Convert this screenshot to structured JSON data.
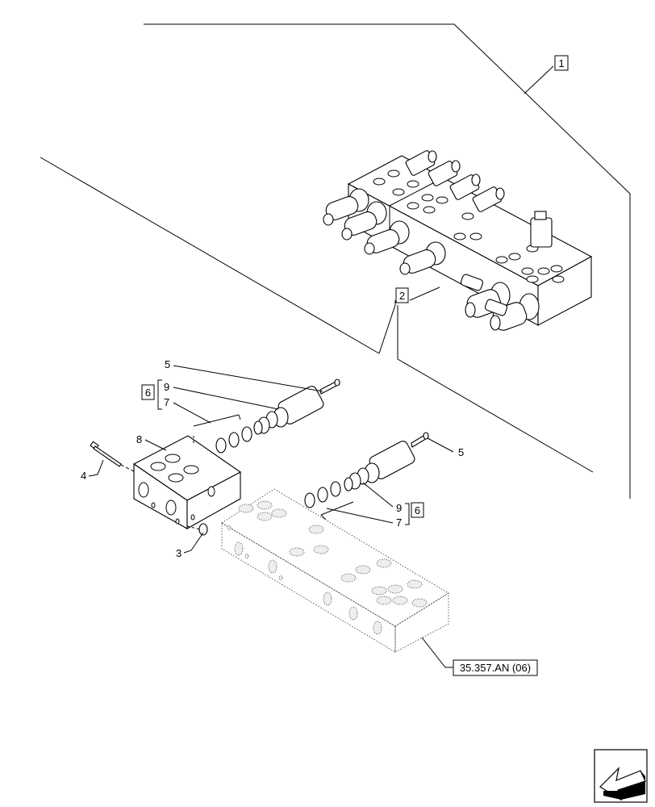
{
  "callouts": {
    "c1": "1",
    "c2": "2",
    "c3": "3",
    "c4": "4",
    "c5a": "5",
    "c5b": "5",
    "c6a": "6",
    "c6b": "6",
    "c7a": "7",
    "c7b": "7",
    "c8": "8",
    "c9a": "9",
    "c9b": "9"
  },
  "reference": "35.357.AN (06)",
  "nav_icon": "next-page-arrow-icon"
}
